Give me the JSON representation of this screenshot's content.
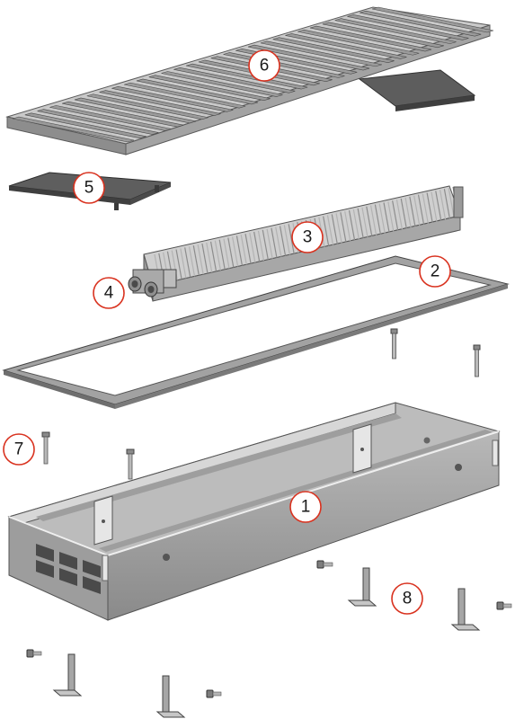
{
  "colors": {
    "callout_stroke": "#d9321f",
    "metal_light": "#d4d4d4",
    "metal_mid": "#a9a9a9",
    "metal_dark": "#6f6f6f",
    "outline": "#3c3c3c"
  },
  "callouts": [
    {
      "key": "housing",
      "label": "1"
    },
    {
      "key": "gasket-frame",
      "label": "2"
    },
    {
      "key": "heat-exchanger",
      "label": "3"
    },
    {
      "key": "connection-fittings",
      "label": "4"
    },
    {
      "key": "cover-plate",
      "label": "5"
    },
    {
      "key": "grille",
      "label": "6"
    },
    {
      "key": "leveling-screw",
      "label": "7"
    },
    {
      "key": "mounting-bracket",
      "label": "8"
    }
  ]
}
